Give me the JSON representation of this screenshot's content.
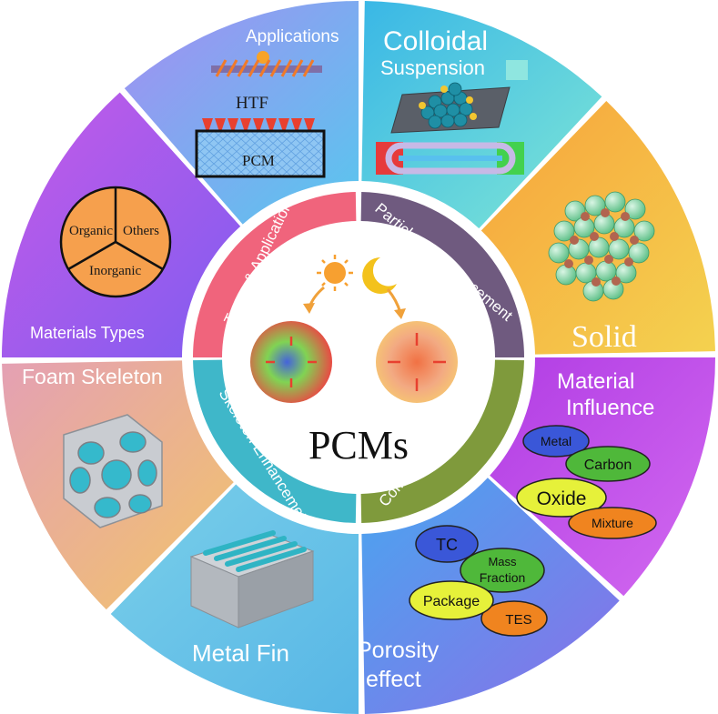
{
  "center": {
    "title": "PCMs"
  },
  "inner_ring": {
    "types_application": "Types & Application",
    "particles_enhancement": "Particles & Enhancement",
    "composite_optimization": "Composite Optimizationr",
    "skeleton_enhancement": "Skeleton Enhancemet"
  },
  "sectors": {
    "applications": {
      "title": "Applications",
      "htf": "HTF",
      "pcm": "PCM"
    },
    "colloidal": {
      "title_line1": "Colloidal",
      "title_line2": "Suspension"
    },
    "solid": {
      "title": "Solid"
    },
    "material_influence": {
      "title_line1": "Material",
      "title_line2": "Influence",
      "pills": [
        "Metal",
        "Carbon",
        "Oxide",
        "Mixture"
      ]
    },
    "porosity": {
      "title_line1": "Porosity",
      "title_line2": "effect",
      "pills": [
        "TC",
        "Mass",
        "Fraction",
        "Package",
        "TES"
      ]
    },
    "metal_fin": {
      "title": "Metal Fin"
    },
    "foam_skeleton": {
      "title": "Foam Skeleton"
    },
    "materials_types": {
      "title": "Materials Types",
      "pie": [
        "Organic",
        "Others",
        "Inorganic"
      ]
    }
  },
  "colors": {
    "applications": "#6fb7f0",
    "colloidal": "#57d0e4",
    "solid": "#f3c24a",
    "material_influence": "#c34be3",
    "porosity": "#5f93ef",
    "metal_fin": "#66c8e8",
    "foam_skeleton": "#e6a7a0",
    "materials_types": "#a14fe7",
    "ring_types": "#f0647c",
    "ring_particles": "#6f5a7f",
    "ring_composite": "#7f9a3c",
    "ring_skeleton": "#3fb7c9"
  }
}
